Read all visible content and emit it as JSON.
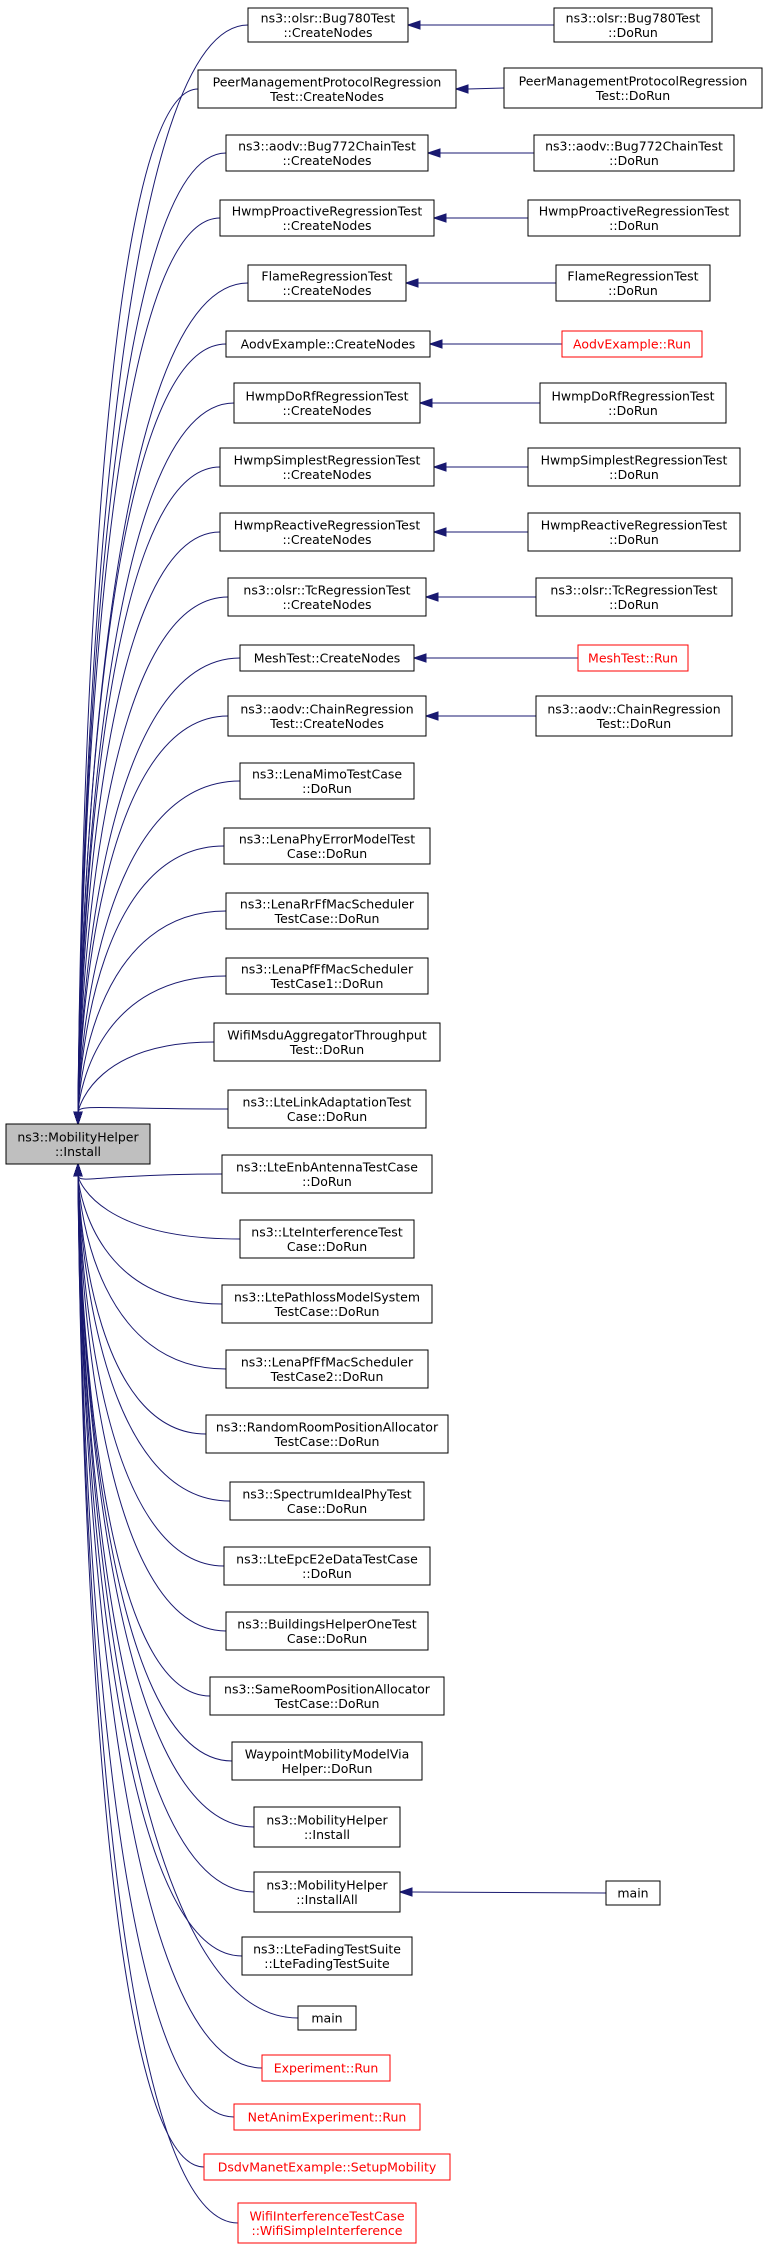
{
  "diagram": {
    "type": "call-graph",
    "colors": {
      "edge": "#191970",
      "root_fill": "#bfbfbf",
      "highlight_border": "#ff0000",
      "normal_border": "#000000"
    },
    "root": {
      "id": "root",
      "lines": [
        "ns3::MobilityHelper",
        "::Install"
      ]
    },
    "nodes": [
      {
        "id": "n1",
        "lines": [
          "ns3::olsr::Bug780Test",
          "::CreateNodes"
        ],
        "red": false
      },
      {
        "id": "n1b",
        "lines": [
          "ns3::olsr::Bug780Test",
          "::DoRun"
        ],
        "red": false
      },
      {
        "id": "n2",
        "lines": [
          "PeerManagementProtocolRegression",
          "Test::CreateNodes"
        ],
        "red": false
      },
      {
        "id": "n2b",
        "lines": [
          "PeerManagementProtocolRegression",
          "Test::DoRun"
        ],
        "red": false
      },
      {
        "id": "n3",
        "lines": [
          "ns3::aodv::Bug772ChainTest",
          "::CreateNodes"
        ],
        "red": false
      },
      {
        "id": "n3b",
        "lines": [
          "ns3::aodv::Bug772ChainTest",
          "::DoRun"
        ],
        "red": false
      },
      {
        "id": "n4",
        "lines": [
          "HwmpProactiveRegressionTest",
          "::CreateNodes"
        ],
        "red": false
      },
      {
        "id": "n4b",
        "lines": [
          "HwmpProactiveRegressionTest",
          "::DoRun"
        ],
        "red": false
      },
      {
        "id": "n5",
        "lines": [
          "FlameRegressionTest",
          "::CreateNodes"
        ],
        "red": false
      },
      {
        "id": "n5b",
        "lines": [
          "FlameRegressionTest",
          "::DoRun"
        ],
        "red": false
      },
      {
        "id": "n6",
        "lines": [
          "AodvExample::CreateNodes"
        ],
        "red": false
      },
      {
        "id": "n6b",
        "lines": [
          "AodvExample::Run"
        ],
        "red": true
      },
      {
        "id": "n7",
        "lines": [
          "HwmpDoRfRegressionTest",
          "::CreateNodes"
        ],
        "red": false
      },
      {
        "id": "n7b",
        "lines": [
          "HwmpDoRfRegressionTest",
          "::DoRun"
        ],
        "red": false
      },
      {
        "id": "n8",
        "lines": [
          "HwmpSimplestRegressionTest",
          "::CreateNodes"
        ],
        "red": false
      },
      {
        "id": "n8b",
        "lines": [
          "HwmpSimplestRegressionTest",
          "::DoRun"
        ],
        "red": false
      },
      {
        "id": "n9",
        "lines": [
          "HwmpReactiveRegressionTest",
          "::CreateNodes"
        ],
        "red": false
      },
      {
        "id": "n9b",
        "lines": [
          "HwmpReactiveRegressionTest",
          "::DoRun"
        ],
        "red": false
      },
      {
        "id": "n10",
        "lines": [
          "ns3::olsr::TcRegressionTest",
          "::CreateNodes"
        ],
        "red": false
      },
      {
        "id": "n10b",
        "lines": [
          "ns3::olsr::TcRegressionTest",
          "::DoRun"
        ],
        "red": false
      },
      {
        "id": "n11",
        "lines": [
          "MeshTest::CreateNodes"
        ],
        "red": false
      },
      {
        "id": "n11b",
        "lines": [
          "MeshTest::Run"
        ],
        "red": true
      },
      {
        "id": "n12",
        "lines": [
          "ns3::aodv::ChainRegression",
          "Test::CreateNodes"
        ],
        "red": false
      },
      {
        "id": "n12b",
        "lines": [
          "ns3::aodv::ChainRegression",
          "Test::DoRun"
        ],
        "red": false
      },
      {
        "id": "n13",
        "lines": [
          "ns3::LenaMimoTestCase",
          "::DoRun"
        ],
        "red": false
      },
      {
        "id": "n14",
        "lines": [
          "ns3::LenaPhyErrorModelTest",
          "Case::DoRun"
        ],
        "red": false
      },
      {
        "id": "n15",
        "lines": [
          "ns3::LenaRrFfMacScheduler",
          "TestCase::DoRun"
        ],
        "red": false
      },
      {
        "id": "n16",
        "lines": [
          "ns3::LenaPfFfMacScheduler",
          "TestCase1::DoRun"
        ],
        "red": false
      },
      {
        "id": "n17",
        "lines": [
          "WifiMsduAggregatorThroughput",
          "Test::DoRun"
        ],
        "red": false
      },
      {
        "id": "n18",
        "lines": [
          "ns3::LteLinkAdaptationTest",
          "Case::DoRun"
        ],
        "red": false
      },
      {
        "id": "n19",
        "lines": [
          "ns3::LteEnbAntennaTestCase",
          "::DoRun"
        ],
        "red": false
      },
      {
        "id": "n20",
        "lines": [
          "ns3::LteInterferenceTest",
          "Case::DoRun"
        ],
        "red": false
      },
      {
        "id": "n21",
        "lines": [
          "ns3::LtePathlossModelSystem",
          "TestCase::DoRun"
        ],
        "red": false
      },
      {
        "id": "n22",
        "lines": [
          "ns3::LenaPfFfMacScheduler",
          "TestCase2::DoRun"
        ],
        "red": false
      },
      {
        "id": "n23",
        "lines": [
          "ns3::RandomRoomPositionAllocator",
          "TestCase::DoRun"
        ],
        "red": false
      },
      {
        "id": "n24",
        "lines": [
          "ns3::SpectrumIdealPhyTest",
          "Case::DoRun"
        ],
        "red": false
      },
      {
        "id": "n25",
        "lines": [
          "ns3::LteEpcE2eDataTestCase",
          "::DoRun"
        ],
        "red": false
      },
      {
        "id": "n26",
        "lines": [
          "ns3::BuildingsHelperOneTest",
          "Case::DoRun"
        ],
        "red": false
      },
      {
        "id": "n27",
        "lines": [
          "ns3::SameRoomPositionAllocator",
          "TestCase::DoRun"
        ],
        "red": false
      },
      {
        "id": "n28",
        "lines": [
          "WaypointMobilityModelVia",
          "Helper::DoRun"
        ],
        "red": false
      },
      {
        "id": "n29",
        "lines": [
          "ns3::MobilityHelper",
          "::Install"
        ],
        "red": false
      },
      {
        "id": "n30",
        "lines": [
          "ns3::MobilityHelper",
          "::InstallAll"
        ],
        "red": false
      },
      {
        "id": "n30b",
        "lines": [
          "main"
        ],
        "red": false
      },
      {
        "id": "n31",
        "lines": [
          "ns3::LteFadingTestSuite",
          "::LteFadingTestSuite"
        ],
        "red": false
      },
      {
        "id": "n32",
        "lines": [
          "main"
        ],
        "red": false
      },
      {
        "id": "n33",
        "lines": [
          "Experiment::Run"
        ],
        "red": true
      },
      {
        "id": "n34",
        "lines": [
          "NetAnimExperiment::Run"
        ],
        "red": true
      },
      {
        "id": "n35",
        "lines": [
          "DsdvManetExample::SetupMobility"
        ],
        "red": true
      },
      {
        "id": "n36",
        "lines": [
          "WifiInterferenceTestCase",
          "::WifiSimpleInterference"
        ],
        "red": true
      }
    ],
    "edges": [
      [
        "n1",
        "root"
      ],
      [
        "n2",
        "root"
      ],
      [
        "n3",
        "root"
      ],
      [
        "n4",
        "root"
      ],
      [
        "n5",
        "root"
      ],
      [
        "n6",
        "root"
      ],
      [
        "n7",
        "root"
      ],
      [
        "n8",
        "root"
      ],
      [
        "n9",
        "root"
      ],
      [
        "n10",
        "root"
      ],
      [
        "n11",
        "root"
      ],
      [
        "n12",
        "root"
      ],
      [
        "n13",
        "root"
      ],
      [
        "n14",
        "root"
      ],
      [
        "n15",
        "root"
      ],
      [
        "n16",
        "root"
      ],
      [
        "n17",
        "root"
      ],
      [
        "n18",
        "root"
      ],
      [
        "n19",
        "root"
      ],
      [
        "n20",
        "root"
      ],
      [
        "n21",
        "root"
      ],
      [
        "n22",
        "root"
      ],
      [
        "n23",
        "root"
      ],
      [
        "n24",
        "root"
      ],
      [
        "n25",
        "root"
      ],
      [
        "n26",
        "root"
      ],
      [
        "n27",
        "root"
      ],
      [
        "n28",
        "root"
      ],
      [
        "n29",
        "root"
      ],
      [
        "n30",
        "root"
      ],
      [
        "n31",
        "root"
      ],
      [
        "n32",
        "root"
      ],
      [
        "n33",
        "root"
      ],
      [
        "n34",
        "root"
      ],
      [
        "n35",
        "root"
      ],
      [
        "n36",
        "root"
      ],
      [
        "n1b",
        "n1"
      ],
      [
        "n2b",
        "n2"
      ],
      [
        "n3b",
        "n3"
      ],
      [
        "n4b",
        "n4"
      ],
      [
        "n5b",
        "n5"
      ],
      [
        "n6b",
        "n6"
      ],
      [
        "n7b",
        "n7"
      ],
      [
        "n8b",
        "n8"
      ],
      [
        "n9b",
        "n9"
      ],
      [
        "n10b",
        "n10"
      ],
      [
        "n11b",
        "n11"
      ],
      [
        "n12b",
        "n12"
      ],
      [
        "n30b",
        "n30"
      ]
    ]
  }
}
